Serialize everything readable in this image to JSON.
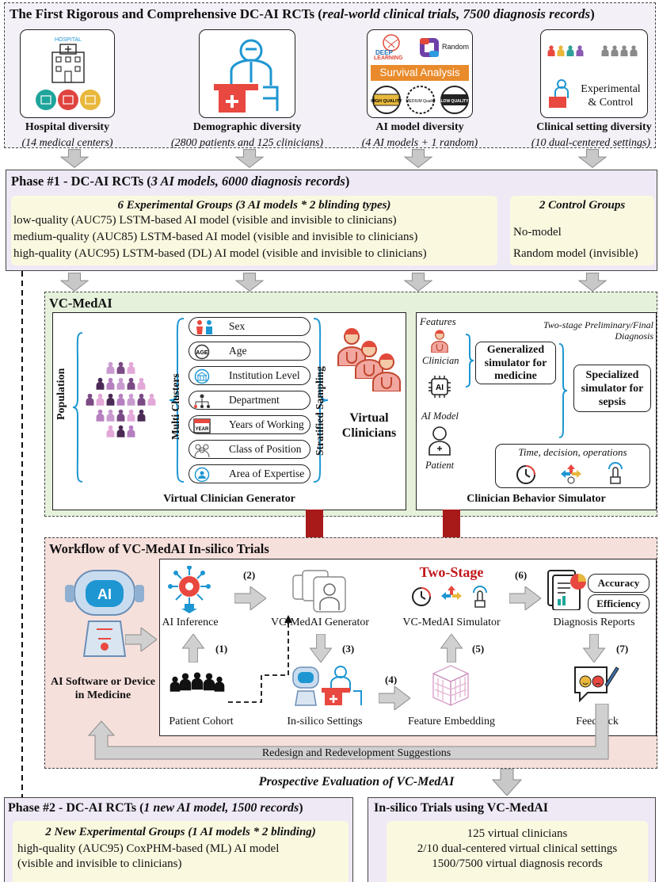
{
  "top": {
    "title_main": "The First Rigorous and Comprehensive DC-AI RCTs (",
    "title_em": "real-world clinical trials, 7500 diagnosis records",
    "title_end": ")",
    "cards": [
      {
        "name": "Hospital diversity",
        "sub": "(14 medical centers)",
        "icon_label": "HOSPITAL"
      },
      {
        "name": "Demographic diversity",
        "sub": "(2800 patients and 125 clinicians)"
      },
      {
        "name": "AI model diversity",
        "sub": "(4 AI models + 1 random)",
        "deep": "DEEP",
        "learning": "LEARNING",
        "random": "Random",
        "survival": "Survival Analysis",
        "q_high": "HIGH QUALITY",
        "q_med": "MEDIUM Quality",
        "q_low": "LOW QUALITY"
      },
      {
        "name": "Clinical setting diversity",
        "sub": "(10 dual-centered settings)",
        "setting": "Experimental & Control"
      }
    ]
  },
  "phase1": {
    "title": "Phase #1 - DC-AI RCTs (",
    "title_em": "3 AI models, 6000 diagnosis records",
    "title_end": ")",
    "exp_title": "6 Experimental Groups (3 AI models * 2 blinding types)",
    "exp_items": [
      "low-quality (AUC75) LSTM-based AI model (visible and invisible to clinicians)",
      "medium-quality (AUC85) LSTM-based AI model (visible and invisible to clinicians)",
      "high-quality (AUC95) LSTM-based (DL) AI model (visible and invisible to clinicians)"
    ],
    "ctrl_title": "2 Control Groups",
    "ctrl_items": [
      "No-model",
      "Random model (invisible)"
    ]
  },
  "vc": {
    "title": "VC-MedAI",
    "population": "Population",
    "multi_clusters": "Multi Clusters",
    "stratified": "Stratified Sampling",
    "attributes": [
      "Sex",
      "Age",
      "Institution Level",
      "Department",
      "Years of Working",
      "Class of Position",
      "Area of Expertise"
    ],
    "age_icon": "AGE",
    "year_icon": "YEAR",
    "virtual_clinicians": "Virtual Clinicians",
    "generator_label": "Virtual Clinician Generator",
    "features": "Features",
    "two_stage_note": "Two-stage Preliminary/Final Diagnosis",
    "clinician": "Clinician",
    "ai_model": "AI Model",
    "ai_chip": "AI",
    "patient": "Patient",
    "generalized": "Generalized simulator for medicine",
    "specialized": "Specialized simulator for sepsis",
    "tdo": "Time, decision, operations",
    "simulator_label": "Clinician Behavior Simulator"
  },
  "workflow": {
    "title": "Workflow of VC-MedAI In-silico Trials",
    "robot_ai": "AI",
    "ai_software": "AI Software or Device in Medicine",
    "ai_inference": "AI Inference",
    "generator": "VC-MedAI Generator",
    "two_stage": "Two-Stage",
    "simulator": "VC-MedAI Simulator",
    "reports": "Diagnosis Reports",
    "accuracy": "Accuracy",
    "efficiency": "Efficiency",
    "patient_cohort": "Patient Cohort",
    "insilico": "In-silico Settings",
    "embedding": "Feature Embedding",
    "feedback": "Feedback",
    "steps": [
      "(1)",
      "(2)",
      "(3)",
      "(4)",
      "(5)",
      "(6)",
      "(7)"
    ],
    "redesign": "Redesign and Redevelopment Suggestions"
  },
  "prospective": "Prospective Evaluation of VC-MedAI",
  "phase2": {
    "title": "Phase #2 - DC-AI RCTs (",
    "title_em": "1 new AI model, 1500 records",
    "title_end": ")",
    "exp_title": "2 New Experimental Groups (1 AI models * 2 blinding)",
    "exp_text": "high-quality (AUC95) CoxPHM-based (ML) AI model (visible and invisible to clinicians)"
  },
  "insilico_trials": {
    "title": "In-silico Trials using VC-MedAI",
    "items": [
      "125 virtual clinicians",
      "2/10 dual-centered virtual clinical settings",
      "1500/7500 virtual diagnosis records"
    ]
  },
  "colors": {
    "purple_bg": "#efe9f6",
    "green_bg": "#e6f1dc",
    "pink_bg": "#f6e0dc",
    "cream": "#fbf8e0",
    "dark_red": "#a8191a",
    "blue": "#1e96d2"
  }
}
